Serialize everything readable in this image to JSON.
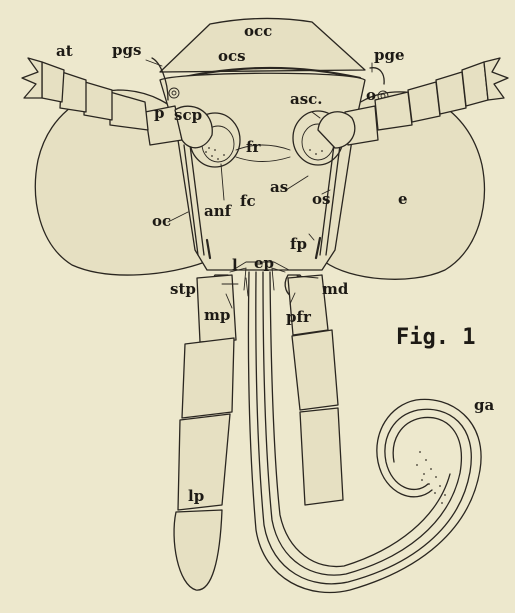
{
  "figure": {
    "title": "Fig. 1"
  },
  "labels": {
    "at": "at",
    "pgs": "pgs",
    "occ": "occ",
    "ocs": "ocs",
    "pge": "pge",
    "p": "p",
    "scp": "scp",
    "asc": "asc.",
    "o": "o",
    "fr": "fr",
    "as": "as",
    "anf": "anf",
    "fc": "fc",
    "os": "os",
    "e": "e",
    "oc": "oc",
    "fp": "fp",
    "l": "l",
    "ep": "ep",
    "stp": "stp",
    "md": "md",
    "mp": "mp",
    "pfr": "pfr",
    "ga": "ga",
    "lp": "lp"
  }
}
